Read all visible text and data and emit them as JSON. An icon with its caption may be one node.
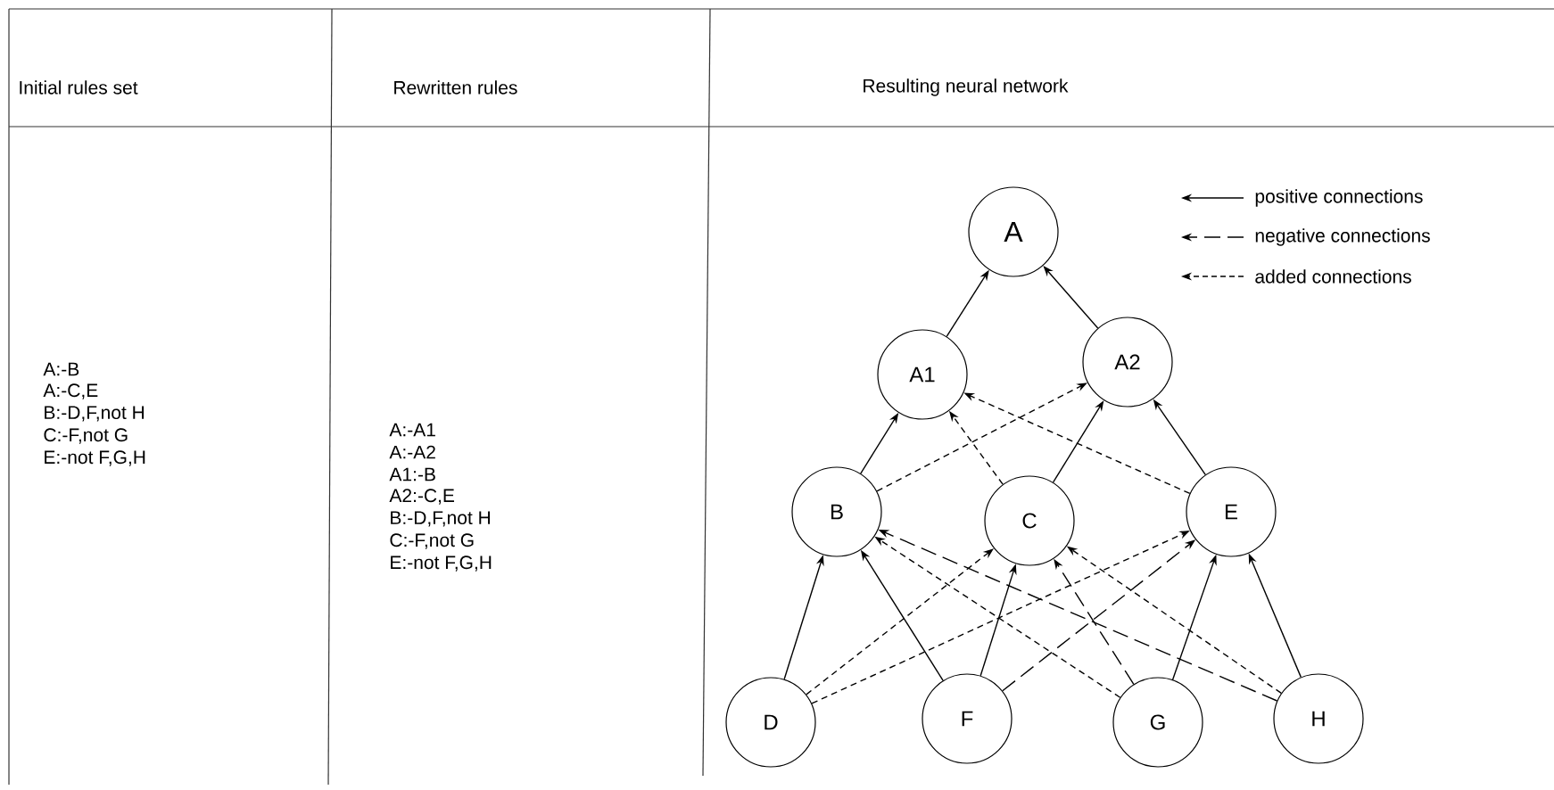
{
  "diagram": {
    "nodes": [
      {
        "text": [
          "A"
        ]
      },
      {
        "text": [
          "A1"
        ]
      },
      {
        "text": [
          "A2"
        ]
      },
      {
        "text": [
          "B"
        ]
      },
      {
        "text": [
          "C"
        ]
      },
      {
        "text": [
          "E"
        ]
      },
      {
        "text": [
          "D"
        ]
      },
      {
        "text": [
          "F"
        ]
      },
      {
        "text": [
          "G"
        ]
      },
      {
        "text": [
          "H"
        ]
      }
    ],
    "edges": [
      {
        "from": 1,
        "to": 0,
        "arrow": "to"
      },
      {
        "from": 2,
        "to": 0,
        "arrow": "to"
      },
      {
        "from": 3,
        "to": 1,
        "arrow": "to"
      },
      {
        "from": 3,
        "to": 2,
        "arrow": "to",
        "style": "dashed"
      },
      {
        "from": 4,
        "to": 1,
        "arrow": "to",
        "style": "dashed"
      },
      {
        "from": 4,
        "to": 2,
        "arrow": "to"
      },
      {
        "from": 5,
        "to": 1,
        "arrow": "to",
        "style": "dashed"
      },
      {
        "from": 5,
        "to": 2,
        "arrow": "to"
      },
      {
        "from": 6,
        "to": 3,
        "arrow": "to"
      },
      {
        "from": 6,
        "to": 4,
        "arrow": "to",
        "style": "dashed"
      },
      {
        "from": 6,
        "to": 5,
        "arrow": "to",
        "style": "dashed"
      },
      {
        "from": 7,
        "to": 3,
        "arrow": "to"
      },
      {
        "from": 7,
        "to": 4,
        "arrow": "to"
      },
      {
        "from": 7,
        "to": 5,
        "arrow": "to",
        "style": "dashed"
      },
      {
        "from": 8,
        "to": 3,
        "arrow": "to",
        "style": "dashed"
      },
      {
        "from": 8,
        "to": 4,
        "arrow": "to",
        "style": "dashed"
      },
      {
        "from": 8,
        "to": 5,
        "arrow": "to"
      },
      {
        "from": 9,
        "to": 3,
        "arrow": "to",
        "style": "dashed"
      },
      {
        "from": 9,
        "to": 4,
        "arrow": "to",
        "style": "dashed"
      },
      {
        "from": 9,
        "to": 5,
        "arrow": "to"
      }
    ],
    "labels": [
      "Initial rules set",
      "Rewritten rules",
      "Resulting neural network",
      "A:-B",
      "A:-C,E",
      "B:-D,F,not H",
      "C:-F,not G",
      "E:-not F,G,H",
      "A:-A1",
      "A:-A2",
      "A1:-B",
      "A2:-C,E",
      "B:-D,F,not H",
      "C:-F,not G",
      "E:-not F,G,H"
    ],
    "legend": [
      {
        "text": "positive connections"
      },
      {
        "text": "negative connections"
      },
      {
        "text": "added connections"
      }
    ]
  }
}
